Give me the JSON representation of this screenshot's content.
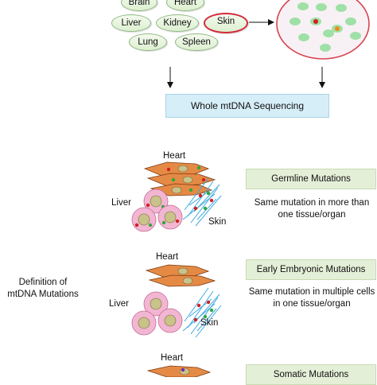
{
  "tissues": [
    "Brain",
    "Heart",
    "Liver",
    "Kidney",
    "Skin",
    "Lung",
    "Spleen"
  ],
  "selected_tissue": "Skin",
  "sequencing_label": "Whole mtDNA Sequencing",
  "definition_label": "Definition of mtDNA Mutations",
  "organ_labels": {
    "heart": "Heart",
    "liver": "Liver",
    "skin": "Skin"
  },
  "categories": [
    {
      "title": "Germline Mutations",
      "description": "Same mutation in more than one tissue/organ"
    },
    {
      "title": "Early Embryonic Mutations",
      "description": "Same mutation in multiple cells in one tissue/organ"
    },
    {
      "title": "Somatic Mutations",
      "description": ""
    }
  ],
  "colors": {
    "pill_border": "#8fb883",
    "selected_border": "#d22a3a",
    "dish_border": "#d9434f",
    "dish_fill": "#f7f1f5",
    "cell_green": "#9fe0a6",
    "mutation_red": "#d21f1f",
    "mutation_orange": "#f08a1c",
    "mutation_green": "#2fa83a",
    "heart_fill": "#e58a45",
    "liver_fill": "#f2b6d2",
    "skin_stroke": "#3fa9e0",
    "nucleus": "#c9c38a",
    "sequencing_box": "#d6eef8",
    "category_box": "#e4efd8"
  }
}
